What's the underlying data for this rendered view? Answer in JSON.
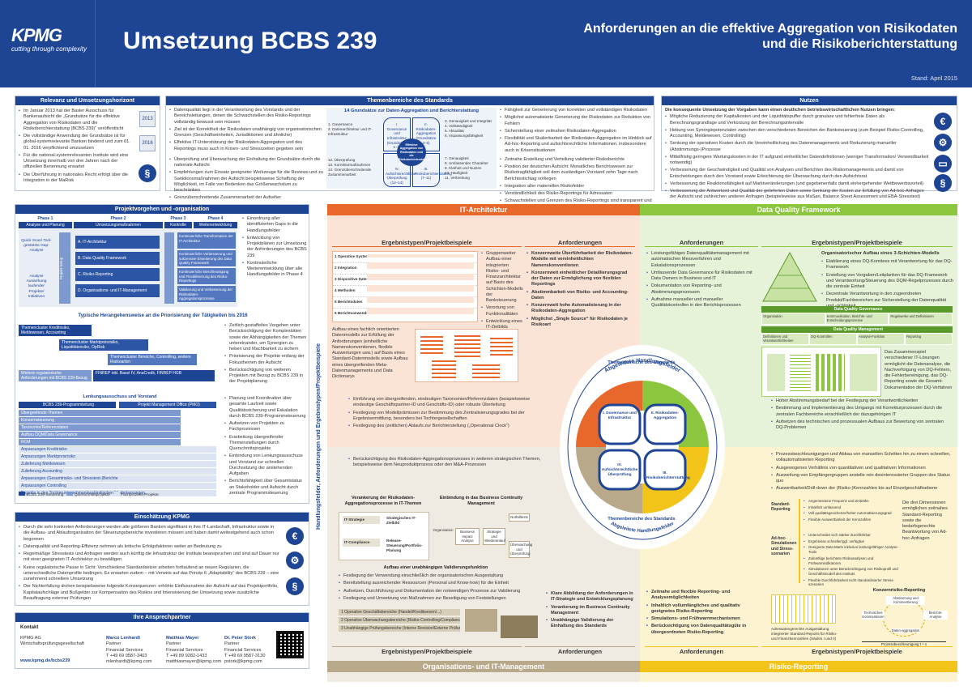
{
  "header": {
    "logo": "KPMG",
    "tagline": "cutting through complexity",
    "title": "Umsetzung BCBS 239",
    "subtitle_line1": "Anforderungen an die effektive Aggregation von Risikodaten",
    "subtitle_line2": "und die Risikoberichterstattung",
    "date": "Stand: April 2015"
  },
  "relevanz": {
    "title": "Relevanz und Umsetzungshorizont",
    "items": [
      "Im Januar 2013 hat der Basler Ausschuss für Bankenaufsicht die „Grundsätze für die effektive Aggregation von Risikodaten und die Risikoberichterstattung (BCBS 239)“ veröffentlicht",
      "Die vollständige Anwendung der Grundsätze ist für global-systemrelevante Banken bindend und zum 01. 01. 2016 verpflichtend umzusetzen",
      "Für die national-systemrelevanten Institute wird eine Umsetzung innerhalb von drei Jahren nach der offiziellen Benennung erwartet",
      "Die Überführung in nationales Recht erfolgt über die Integration in der MaRisk"
    ],
    "icon_labels": [
      "2013",
      "2016",
      "§"
    ]
  },
  "themen": {
    "title": "Themenbereiche des Standards",
    "left_items": [
      "Datenqualität liegt in der Verantwortung des Vorstands und der Bereichsleitungen, denen die Schwachstellen des Risiko-Reportings vollständig bewusst sein müssen",
      "Ziel ist der Korrektheit der Risikodaten unabhängig von organisatorischen Grenzen (Geschäftseinheiten, Jurisdiktionen und ähnliche)",
      "Effektive IT-Unterstützung der Risikodaten-Aggregation und des Reportings muss auch in Krisen- und Stresszeiten gegeben sein",
      "Überprüfung und Überwachung der Einhaltung der Grundsätze durch die nationale Aufsicht",
      "Empfehlungen zum Einsatz geeigneter Werkzeuge für die Reviews und zu Sanktionsmaßnahmen der Aufsicht beispielsweise Schaffung der Möglichkeit, im Falle von Bedenken das Größenwachstum zu beschränken",
      "Grenzüberschreitende Zusammenarbeit der Aufseher"
    ],
    "center_title": "14 Grundsätze zur Daten-Aggregation und Berichterstattung",
    "q1": "I. Governance und Infrastruktur (Grundsätze 1–2)",
    "q2": "II. Risikodaten-Aggregation (Grundsätze 3–6)",
    "q3": "III. Risikoberichterstattung (7–11)",
    "q4": "IV. Aufsichtsrechtliche Überprüfung (12–14)",
    "center": "Effektive Aggregation von Risikodaten und die Risikoberichterstattung",
    "list_left_top": [
      "1. Governance",
      "2. Datenarchitektur und IT-Infrastruktur"
    ],
    "list_right_top": [
      "3. Genauigkeit und Integrität",
      "4. Vollständigkeit",
      "5. Aktualität",
      "6. Anpassungsfähigkeit"
    ],
    "list_left_bottom": [
      "12. Überprüfung",
      "13. Korrekturmaßnahmen",
      "14. Grenzüberschreitende Zusammenarbeit"
    ],
    "list_right_bottom": [
      "7. Genauigkeit",
      "8. Umfassender Charakter",
      "9. Klarheit und Nutzen",
      "10. Häufigkeit",
      "11. Verbreitung"
    ],
    "right_items": [
      "Fähigkeit zur Generierung von korrekten und vollständigen Risikodaten",
      "Möglichst automatisierte Generierung der Risikodaten zur Reduktion von Fehlern",
      "Sicherstellung einer zeitnahen Risikodaten-Aggregation",
      "Flexibilität und Skalierbarkeit der Risikodaten-Aggregation im Hinblick auf Ad-hoc-Reporting und aufsichtsrechtliche Informationen, insbesondere auch in Krisensituationen",
      "Zeitnahe Erstellung und Verteilung validierter Risikoberichte",
      "Position der deutschen Aufsicht: Monatliches Berichtswesen zur Risikotragfähigkeit soll dem zuständigen Vorstand zehn Tage nach Berichtsstichtag vorliegen",
      "Integration aller materiellen Risikofelder",
      "Verständlichkeit des Risiko-Reportings für Adressaten",
      "Schwachstellen und Grenzen des Risiko-Reportings sind transparent und können in Entscheidungen berücksichtigt werden"
    ]
  },
  "nutzen": {
    "title": "Nutzen",
    "intro": "Die konsequente Umsetzung der Vorgaben kann einen deutlichen betriebswirtschaftlichen Nutzen bringen:",
    "items": [
      "Mögliche Reduzierung der Kapitalkosten und der Liquiditätspuffer durch granulare und fehlerfreie Daten als Berechnungsgrundlage und Verkürzung der Berechnungsintervalle",
      "Hebung von Synergiepotenzialen zwischen den verschiedenen Bereichen der Banksteuerung (zum Beispiel Risiko-Controlling, Accounting, Meldewesen, Controlling)",
      "Senkung der operativen Kosten durch die Vereinheitlichung des Datenmanagements und Reduzierung manueller (Abstimmungs-)Prozesse",
      "Mittelfristig geringere Wartungskosten in der IT aufgrund einheitlicher Datendefinitionen (weniger Transformation/ Verwendbarkeit notwendig)",
      "Verbesserung der Geschwindigkeit und Qualität von Analysen und Berichten des Risikomanagements und damit von Entscheidungen durch den Vorstand sowie Erleichterung der Überwachung durch den Aufsichtsrat",
      "Verbesserung der Reaktionsfähigkeit auf Marktveränderungen (und gegebenenfalls damit einhergehender Wettbewerbsvorteil)",
      "Verbesserung der Antwortzeit und Qualität der gelieferten Daten sowie Senkung der Kosten zur Erfüllung von Ad-hoc-Anfragen der Aufsicht und zahlreichen anderen Anfragen (beispielsweise aus MaSan, Balance Sheet Assessment und EBA-Stresstest)"
    ],
    "icon_labels": [
      "€",
      "⚙",
      "▭",
      "§"
    ]
  },
  "projekt": {
    "title": "Projektvorgehen und -organisation",
    "phases": [
      "Phase 1",
      "Phase 2",
      "Phase 3",
      "Phase 4"
    ],
    "phase_names": [
      "Analyse und Planung",
      "Umsetzungsmaßnahmen",
      "Kontrolle",
      "Weiterentwicklung"
    ],
    "left_labels": [
      "Quick Scan/ Tool-gestützte Gap-Analyse",
      "Analyse Auswirkung laufender Projekte/ Initiativen",
      "Projekt-Setup"
    ],
    "boxes": [
      "A. IT-Architektur",
      "B. Data Quality Framework",
      "C. Risiko-Reporting",
      "D. Organisations- und IT-Management"
    ],
    "phase4": [
      "Kontinuierliche Transformation der IT-Architektur",
      "Kontinuierliche Verbesserung und sukzessive Erweiterung des Data Quality Framework",
      "Kontinuierliche Beschleunigung und Flexibilisierung des Risiko-Reportings",
      "Validierung und Verbesserung der Risikodaten-Aggregationsprozesse"
    ],
    "notes": [
      "Einordnung aller identifizierten Gaps in die Handlungsfelder",
      "Entwicklung von Projektplänen zur Umsetzung der Anforderungen des BCBS 239",
      "Kontinuierliche Weiterentwicklung über alle Handlungsfelder in Phase 4"
    ],
    "cluster_title": "Typische Herangehensweise an die Priorisierung der Tätigkeiten bis 2016",
    "clusters": [
      "Themencluster Kreditrisiko, Meldewesen, Accounting",
      "Themencluster Marktpreisrisiko, Liquiditätsrisiko, OpRisk",
      "Themencluster Bereiche, Controlling, weitere Risikoarten",
      "Weitere regulatorische Anforderungen mit BCBS 239-Bezug",
      "FINREP inkl. Basel IV, AnaCredit, FINREP HGB"
    ],
    "cluster_notes": [
      "Zeitlich gestaffeltes Vorgehen unter Berücksichtigung der Komplexitäten sowie der Abhängigkeiten der Themen untereinander, um Synergien zu heben und Machbarkeit zu sichern",
      "Priorisierung der Projekte entlang der Fokusthemen der Aufsicht",
      "Berücksichtigung von weiteren Projekten mit Bezug zu BCBS 239 in der Projektplanung"
    ],
    "steering_title": "Lenkungsausschuss und Vorstand",
    "steering_bars": [
      "BCBS 239-Programmleitung",
      "Projekt Management Office (PMO)"
    ],
    "workstreams": [
      "Übergreifende Themen",
      "Konzernsteuerung",
      "Taxonomie/Referenzdaten",
      "Aufbau DQM/Data Governance",
      "RCM",
      "Anpassungen Kreditrisiko",
      "Anpassungen Marktpreisrisiko",
      "Zulieferung Meldewesen",
      "Zulieferung Accounting",
      "Anpassungen (Gesamtrisiko- und Stresstest-)Berichte",
      "Anpassungen Controlling",
      "Projekte in den Tochterunternehmen/ausländischen Niederlassungen"
    ],
    "legend": [
      "BCBS 239-Steuerung",
      "Querschnittsprojekte",
      "Fachprozess-Projekte"
    ],
    "steering_notes": [
      "Planung und Koordination über gesamte Laufzeit sowie Qualitätssicherung und Eskalation durch BCBS 239-Programmsteuerung",
      "Aufsetzen von Projekten zu Fachprozessen",
      "Erarbeitung übergreifender Themenstellungen durch Querschnittsprojekte",
      "Einbindung von Lenkungsausschuss und Vorstand zur schnellen Durchsetzung der anstehenden Aufgaben",
      "Berichtsfähigkeit über Gesamtstatus an Stakeholder und Aufsicht durch zentrale Programmsteuerung"
    ]
  },
  "einschaetzung": {
    "title": "Einschätzung KPMG",
    "items": [
      "Durch die sehr konkreten Anforderungen werden alle größeren Banken signifikant in ihre IT-Landschaft, Infrastruktur sowie in die Aufbau- und Ablauforganisation der Steuerungsbereiche investieren müssen und haben damit weitestgehend auch schon begonnen",
      "Datenqualität und Reporting-Effizienz nehmen als kritische Erfolgsfaktoren weiter an Bedeutung zu",
      "Regelmäßige Stresstests und Anfragen werden auch künftig die Infrastruktur der Institute beanspruchen und sind auf Dauer nur mit einer geeigneten IT-Architektur zu bewältigen",
      "Keine regulatorische Pause in Sicht: Verschiedene Standardsetzer arbeiten fortlaufend an neuen Regularien, die unterschiedliche Datenprofile bedingen. Es erwarten zudem – mit Verweis auf das Prinzip 6 „Adaptability“ des BCBS 239 – eine zunehmend schnellere Umsetzung",
      "Der Nichterfüllung drohen beispielsweise folgende Konsequenzen: erhöhte Einflussnahme der Aufsicht auf das Projektportfolio, Kapitalaufschläge und Bußgelder zur Kompensation des Risikos und Intensivierung der Umsetzung sowie zusätzliche Beauftragung externer Prüfungen"
    ]
  },
  "contacts": {
    "title": "Ihre Ansprechpartner",
    "kontakt": "Kontakt",
    "company": "KPMG AG Wirtschaftsprüfungsgesellschaft",
    "web": "www.kpmg.de/bcbs239",
    "people": [
      {
        "name": "Marco Lenhardt",
        "role": "Partner",
        "dept": "Financial Services",
        "phone": "T +49 69 9587-3403",
        "mail": "mlenhardt@kpmg.com"
      },
      {
        "name": "Matthias Mayer",
        "role": "Partner",
        "dept": "Financial Services",
        "phone": "T +49 89 9282-1433",
        "mail": "matthiasmayer@kpmg.com"
      },
      {
        "name": "Dr. Peter Stork",
        "role": "Partner",
        "dept": "Financial Services",
        "phone": "T +49 69 9587-3130",
        "mail": "pstork@kpmg.com"
      }
    ]
  },
  "big": {
    "vertical": "Handlungsfelder, Anforderungen und Ergebnistypen/Projektbeispiele",
    "it": "IT-Architektur",
    "dq": "Data Quality Framework",
    "org": "Organisations- und IT-Management",
    "rr": "Risiko-Reporting",
    "ergebnis": "Ergebnistypen/Projektbeispiele",
    "anforderungen": "Anforderungen",
    "ring_top": "Abgeleitete Handlungsfelder",
    "ring_std": "Themenbereiche des Standards",
    "q1": "I. Governance und Infrastruktur",
    "q2": "II. Risikodaten-Aggregation",
    "q3": "III. Risikoberichterstattung",
    "q4": "IV. Aufsichtsrechtliche Überprüfung"
  },
  "it_section": {
    "rows": [
      "1 Operative Systeme",
      "2 Integration",
      "3 Dispositive Datenhaltung",
      "4 Methoden",
      "5 Berichtsdaten",
      "6 Berichtsanwendungen"
    ],
    "left_notes": [
      "Gruppenweiter Aufbau einer integrierten Risiko- und Finanzarchitektur auf Basis des Schichten-Modells der Banksteuerung",
      "Verortung von Funktionalitäten",
      "Entwicklung eines IT-Zielbilds"
    ],
    "text_block": "Aufbau eines fachlich orientierten Datenmodells zur Erfüllung der Anforderungen (einheitliche Namenskonventionen, flexible Auswertungen usw.) auf Basis eines Standard-Datenmodells sowie Aufbau eines übergreifenden Meta-Datenmanagements und Data Dictionarys",
    "anf": [
      "Konzernweite Überführbarkeit der Risikodaten-Modelle mit vereinheitlichten Namenskonventionen",
      "Konzernweit einheitlicher Detaillierungsgrad der Daten zur Ermöglichung von flexiblen Reportings",
      "Abstimmbarkeit von Risiko- und Accounting-Daten",
      "Konzernweit hohe Automatisierung in der Risikodaten-Aggregation",
      "Möglichst „Single Source“ für Risikodaten je Risikoart"
    ],
    "lower": [
      "Einführung von übergreifenden, eindeutigen Taxonomien/Referenzdaten (beispielsweise eindeutige Geschäftspartner-ID und Geschäfts-ID) oder robuste Überleitung",
      "Festlegung von Modellprämissen zur Bestimmung des Zentralisierungsgrades bei der Ergebnisermittlung, besonders bei Tochtergesellschaften",
      "Festlegung des (zeitlichen) Ablaufs zur Berichterstellung („Operational Clock“)"
    ]
  },
  "dq_section": {
    "anf": [
      "Leistungsfähiges Datenqualitätsmanagement mit automatischen Messverfahren und Eskalationsprozessen",
      "Umfassende Data Governance für Risikodaten mit Data Owners in Business und IT",
      "Dokumentation von Reporting- und Abstimmungsprozessen",
      "Aufnahme manueller und manueller Qualitätskontrollen in den Berichtsprozessen"
    ],
    "model_title": "Organisatorischer Aufbau eines 3-Schichten-Modells",
    "model_notes": [
      "Etablierung eines DQ-Komitees mit Verantwortung für das DQ-Framework",
      "Erstellung von Vorgaben/Leitplanken für das DQ-Framework und Verantwortung/Steuerung des DQM-Regelprozesses durch die zentrale Einheit",
      "Dezentrale Verantwortung in den zugeordneten Produkt/Fachbereichen zur Sicherstellung der Datenqualität und -richtigkeit"
    ],
    "gov_title": "Data Quality Governance",
    "mgmt_title": "Data Quality Management",
    "gov_cells": [
      "Organisation",
      "Kommunikation, Berichts- und Entscheidungsprozesse",
      "Regelwerke und Definitionen"
    ],
    "mgmt_cells": [
      "Definitionen und Verantwortlichkeiten",
      "DQ-Kontrollen",
      "Analyse-Funktion",
      "Reporting"
    ],
    "tool_note": "Das Zusammenspiel verschiedener IT-Lösungen ermöglicht die Datenanalyse, die Nachverfolgung von DQ-Fehlern, die Fehlerbereinigung, das DQ-Reporting sowie die Gesamt-Dokumentation der DQ-Verfahren",
    "lower": [
      "Hoher Abstimmungsbedarf bei der Festlegung der Verantwortlichkeiten",
      "Bestimmung und Implementierung des Umgangs mit Korrekturprozessen durch die zentralen Fachbereiche einschließlich der dazugehörigen IT",
      "Aufsetzen des technischen und prozessualen Aufbaus zur Bewertung von zentralen DQ-Problemen"
    ]
  },
  "org_section": {
    "upper": "Berücksichtigung des Risikodaten-Aggregationsprozesses in weiteren strategischen Themen, beispielsweise dem Neuproduktprozess oder den M&A-Prozessen",
    "t1": "Verankerung der Risikodaten-Aggregationsprozesse in IT-Themen",
    "t2": "Einbindung in das Business Continuity Management",
    "t3": "Aufbau einer unabhängigen Validierungsfunktion",
    "items": [
      "Festlegung der Verwendung einschließlich der organisatorischen Ausgestaltung",
      "Bereitstellung ausreichender Ressourcen (Personal und Know-how) für die Einheit",
      "Aufsetzen, Durchführung und Dokumentation der notwendigen Prozesse zur Validierung",
      "Festlegung und Umsetzung von Maßnahmen zur Beseitigung von Feststellungen"
    ],
    "anf": [
      "Klare Abbildung der Anforderungen in IT-Strategie und Entwicklungsplanung",
      "Verankerung im Business Continuity Management",
      "Unabhängige Validierung der Einhaltung des Standards"
    ],
    "steps": [
      "1 Operative Geschäftsbereiche (Handel/Kreditwesen/...)",
      "2 Operative Überwachungsbereiche (Risiko-Controlling/Compliance)",
      "3 Unabhängige Prüfungsbereiche (Interne Revision/Externe Prüfung)"
    ],
    "strat": [
      "IT-Strategie",
      "Strategisches IT-Zielbild",
      "IT-Compliance",
      "Release-Steuerung/Portfolio-Planung"
    ],
    "bcm": [
      "Organisation",
      "Business Impact Analyse",
      "Strategie und Wiederanlauf",
      "Notfalltests",
      "Überwachung und Überprüfung"
    ]
  },
  "rr_section": {
    "upper": [
      "Prozessbeschleunigungen und Abbau von manuellen Schritten hin zu einem schnellen, vollautomatisierten Reporting",
      "Ausgewogenes Verhältnis von quantitativen und qualitativen Informationen",
      "Ausweitung von Empfängergruppen anstelle rein desinteressierter Gruppen des Status quo",
      "Auswertbarkeit/Drill-down der (Risiko-)Kennzahlen bis auf Einzelgeschäftsebene"
    ],
    "anf": [
      "Zeitnahe und flexible Reporting- und Analysemöglichkeiten",
      "Inhaltlich vollumfängliches und qualitativ geeignetes Risiko-Reporting",
      "Simulations- und Frühwarnmechanismen",
      "Berücksichtigung von Datenqualitätsgüte in übergeordneten Risiko-Reporting"
    ],
    "std_title": "Standard-Reporting",
    "adhoc_title": "Ad-hoc-Simulationen und Stress-szenarien",
    "std_items": [
      "Angemessene Frequenz und Zeitnähe",
      "Inhaltlich umfassend",
      "Voll qualitätsgesicherter/hoher Automatisierungsgrad",
      "Flexible Auswertbarkeit der Kennzahlen"
    ],
    "adhoc_items": [
      "Unterscheidet sich stärker durchführbar",
      "Ergebnisse schneller/ggf. verfügbar",
      "Geeignete Data Marts inklusive leistungsfähiger Analyse-Tools",
      "Zukünftige berichtete Risikoanalysen und Frühwarnindikatoren",
      "Simulationen unter Berücksichtigung von Risikoprofil und Geschäftsmodell des Instituts",
      "Flexible Durchführbarkeit nicht standardisierter Stress-szenarien"
    ],
    "side_note": "Die drei Dimensionen ermöglichen zeitnahes Standard-Reporting sowie die bedarfsgerechte Beantwortung von Ad-hoc-Anfragen",
    "cycle_title": "Konzernrisiko-Reporting",
    "cycle": [
      "Abstimmung und Kommentierung",
      "Berichts-Analyse",
      "Daten-aggregation",
      "Technisches Kommentieren"
    ],
    "bottom": "Adressatengerechte Ausgestaltung integrierter Standard-Reports für Risiko- und Finanzkennzahlen (Säulen I und II)",
    "axis": "Prozessbeschleunigung t + x"
  },
  "colors": {
    "blue": "#1e4594",
    "orange": "#e8672a",
    "green": "#8cc63f",
    "yellow": "#f2c319",
    "tan": "#b8a98a",
    "pink": "#e0497a"
  }
}
